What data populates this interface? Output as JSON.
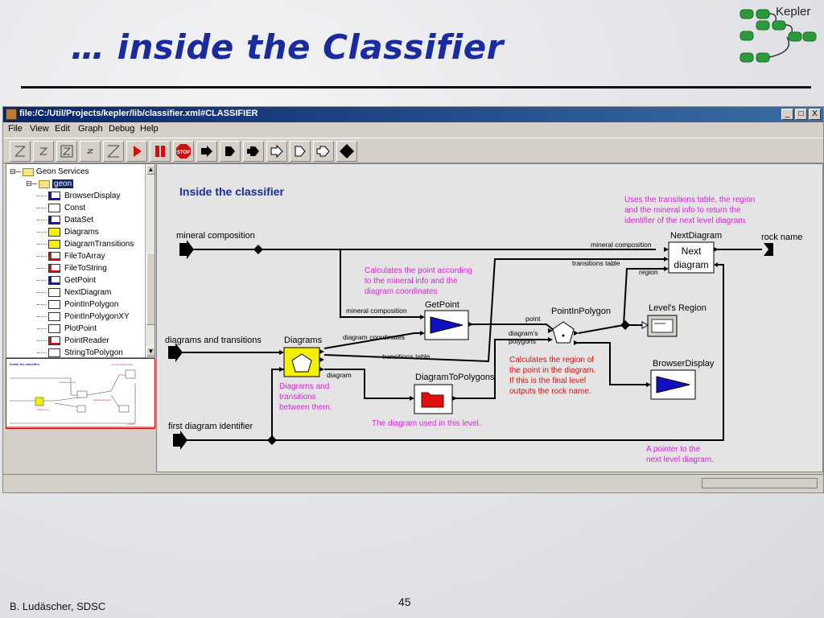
{
  "slide": {
    "title": "… inside the Classifier",
    "logo_text": "Kepler",
    "footer_author": "B. Ludäscher, SDSC",
    "page_number": "45"
  },
  "window": {
    "title": "file:/C:/Util/Projects/kepler/lib/classifier.xml#CLASSIFIER",
    "buttons": [
      "_",
      "□",
      "X"
    ],
    "menu": [
      "File",
      "View",
      "Edit",
      "Graph",
      "Debug",
      "Help"
    ],
    "toolbar_icons": [
      "zoom-reset-icon",
      "zoom-in-icon",
      "zoom-fit-icon",
      "zoom-out-icon",
      "zoom-full-icon",
      "run-icon",
      "pause-icon",
      "stop-icon",
      "add-port-icon",
      "add-output-icon",
      "add-io-icon",
      "add-mport-icon",
      "add-moutput-icon",
      "add-mio-icon",
      "add-relation-icon"
    ],
    "stop_label": "STOP"
  },
  "tree": {
    "root": "Geon Services",
    "folder": "geon",
    "items": [
      "BrowserDisplay",
      "Const",
      "DataSet",
      "Diagrams",
      "DiagramTransitions",
      "FileToArray",
      "FileToString",
      "GetPoint",
      "NextDiagram",
      "PointInPolygon",
      "PointInPolygonXY",
      "PlotPoint",
      "PointReader",
      "StringToPolygon"
    ]
  },
  "diagram": {
    "heading": "Inside the classifier",
    "ports": {
      "mineral_composition": "mineral composition",
      "diagrams_and_transitions": "diagrams and transitions",
      "first_diagram_identifier": "first diagram identifier",
      "rock_name": "rock name"
    },
    "actors": {
      "diagrams": "Diagrams",
      "getpoint": "GetPoint",
      "diagram_to_polygons": "DiagramToPolygons",
      "point_in_polygon": "PointInPolygon",
      "next_diagram": "NextDiagram",
      "next_diagram_box_line1": "Next",
      "next_diagram_box_line2": "diagram",
      "levels_region": "Level's Region",
      "browser_display": "BrowserDisplay"
    },
    "port_labels": {
      "mineral_composition_gp": "mineral composition",
      "diagram_coordinates": "diagram coordinates",
      "transitions_table": "transitions table",
      "diagram_out": "diagram",
      "point": "point",
      "diagrams_polygons_1": "diagram's",
      "diagrams_polygons_2": "polygons",
      "nd_mineral_composition": "mineral composition",
      "nd_transitions_table": "transitions table",
      "nd_region": "region"
    },
    "annotations": {
      "calc_point": [
        "Calculates the point according",
        "to the mineral info and the",
        "diagram coordinates"
      ],
      "uses_table": [
        "Uses the transitions table, the region",
        "and the mineral info to return the",
        "identifier of the next level diagram."
      ],
      "calc_region": [
        "Calculates the region of",
        "the point in the diagram.",
        "If this is the final level",
        "outputs the rock name."
      ],
      "diagrams_desc": [
        "Diagrams and",
        "transitions",
        "between them."
      ],
      "diagram_used": "The diagram used in this level.",
      "pointer": [
        "A pointer to the",
        "next level diagram."
      ]
    },
    "colors": {
      "heading": "#1a2ba0",
      "magenta_note": "#e020e0",
      "red_note": "#e01010",
      "diagrams_actor": "#f5f000",
      "getpoint_arrow": "#1010c0",
      "polygons_folder": "#e01010"
    }
  }
}
